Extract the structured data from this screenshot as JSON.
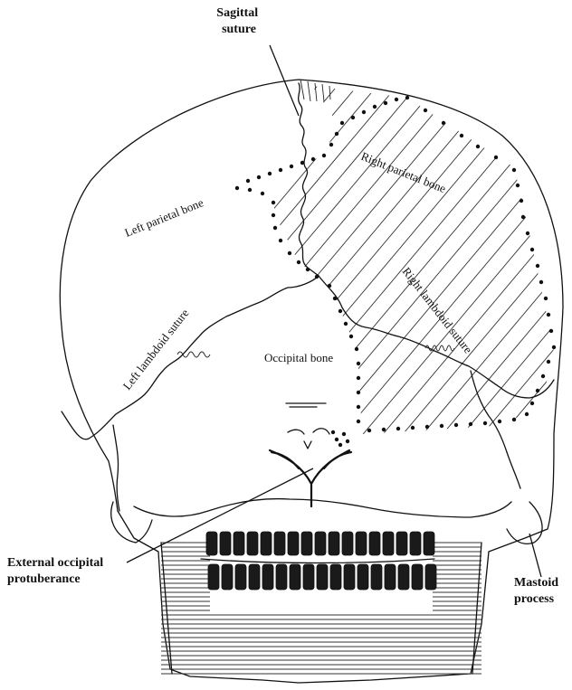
{
  "labels": {
    "sagittal_suture": [
      "Sagittal",
      "suture"
    ],
    "left_parietal_bone": "Left parietal bone",
    "right_parietal_bone": "Right parietal bone",
    "left_lambdoid_suture": "Left lambdoid suture",
    "right_lambdoid_suture": "Right lambdoid suture",
    "occipital_bone": "Occipital bone",
    "external_occipital_protuberance": [
      "External occipital",
      "protuberance"
    ],
    "mastoid_process": [
      "Mastoid",
      "process"
    ]
  }
}
